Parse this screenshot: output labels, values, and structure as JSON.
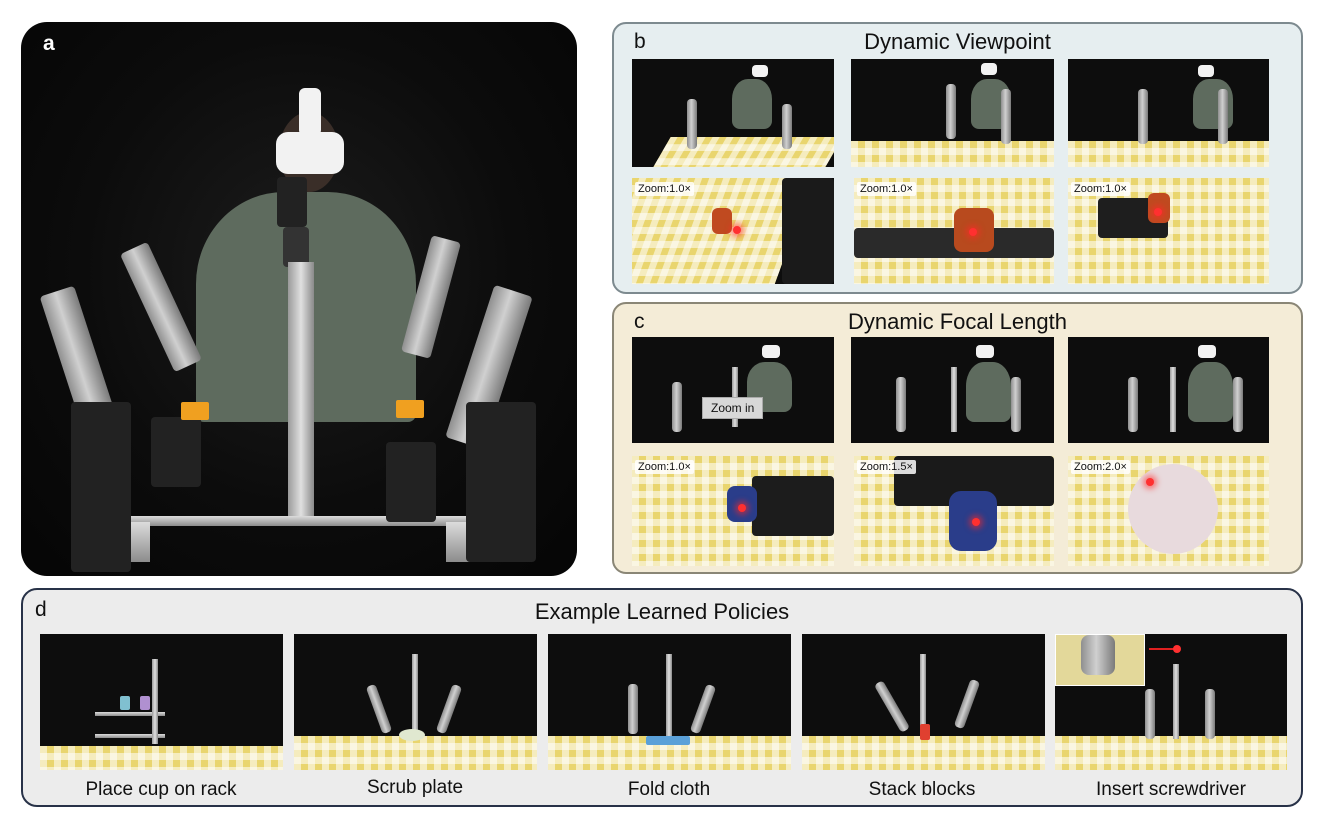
{
  "panel_a": {
    "label": "a"
  },
  "panel_b": {
    "label": "b",
    "title": "Dynamic Viewpoint",
    "zoom_tags": [
      "Zoom:1.0×",
      "Zoom:1.0×",
      "Zoom:1.0×"
    ]
  },
  "panel_c": {
    "label": "c",
    "title": "Dynamic Focal Length",
    "zoom_in_label": "Zoom in",
    "zoom_tags": [
      "Zoom:1.0×",
      "Zoom:1.5×",
      "Zoom:2.0×"
    ]
  },
  "panel_d": {
    "label": "d",
    "title": "Example Learned Policies",
    "captions": [
      "Place cup on rack",
      "Scrub plate",
      "Fold cloth",
      "Stack blocks",
      "Insert screwdriver"
    ]
  },
  "colors": {
    "panel_b_bg": "#e6eef0",
    "panel_c_bg": "#f4ecd7",
    "panel_d_bg": "#ececec",
    "tablecloth": "#e9d56e",
    "marker_red": "#ff3030"
  }
}
